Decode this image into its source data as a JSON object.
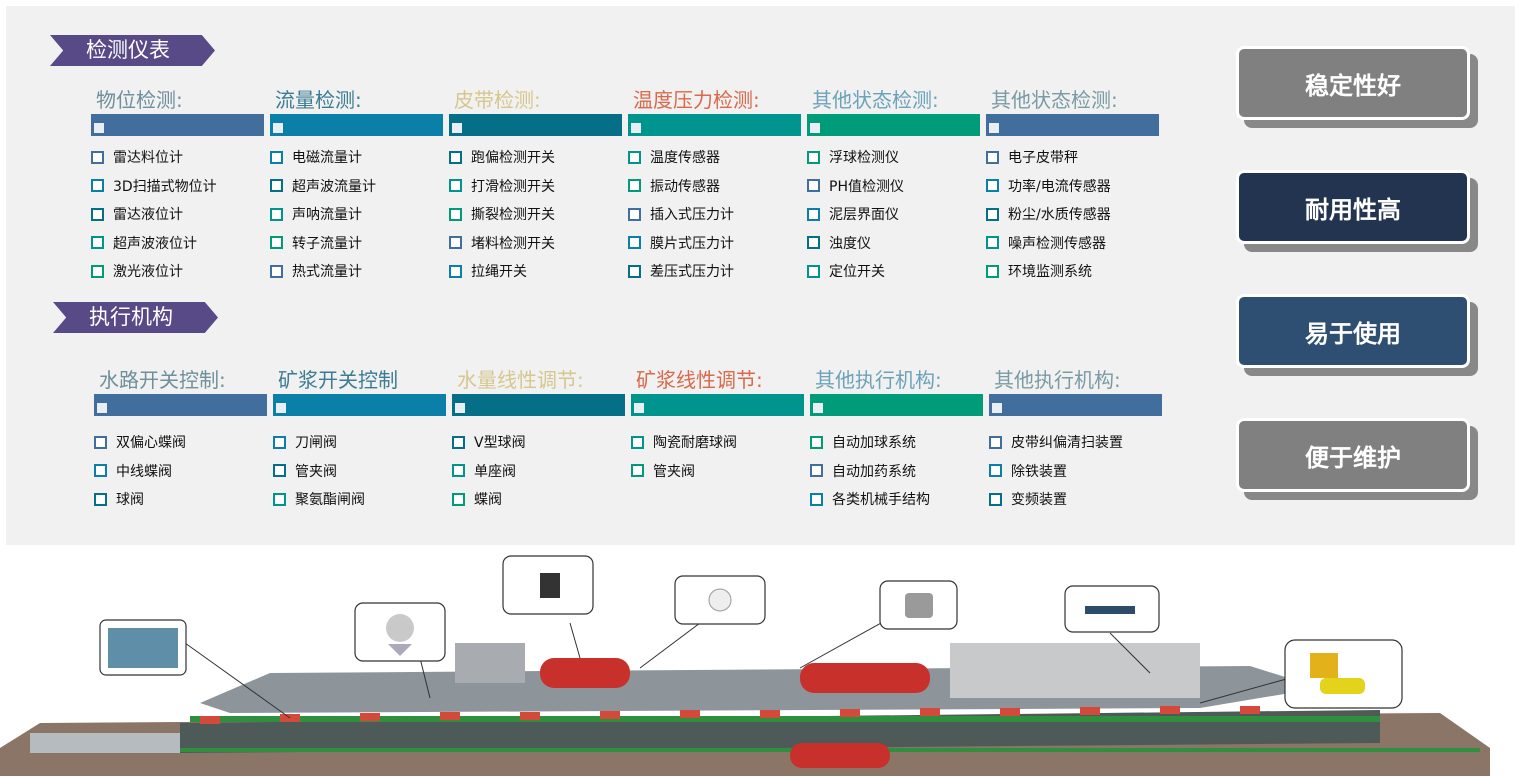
{
  "sections": [
    {
      "title": "检测仪表",
      "columns": [
        {
          "header": "物位检测:",
          "items": [
            "雷达料位计",
            "3D扫描式物位计",
            "雷达液位计",
            "超声波液位计",
            "激光液位计"
          ]
        },
        {
          "header": "流量检测:",
          "items": [
            "电磁流量计",
            "超声波流量计",
            "声呐流量计",
            "转子流量计",
            "热式流量计"
          ]
        },
        {
          "header": "皮带检测:",
          "items": [
            "跑偏检测开关",
            "打滑检测开关",
            "撕裂检测开关",
            "堵料检测开关",
            "拉绳开关"
          ]
        },
        {
          "header": "温度压力检测:",
          "items": [
            "温度传感器",
            "振动传感器",
            "插入式压力计",
            "膜片式压力计",
            "差压式压力计"
          ]
        },
        {
          "header": "其他状态检测:",
          "items": [
            "浮球检测仪",
            "PH值检测仪",
            "泥层界面仪",
            "浊度仪",
            "定位开关"
          ]
        },
        {
          "header": "其他状态检测:",
          "items": [
            "电子皮带秤",
            "功率/电流传感器",
            "粉尘/水质传感器",
            "噪声检测传感器",
            "环境监测系统"
          ]
        }
      ]
    },
    {
      "title": "执行机构",
      "columns": [
        {
          "header": "水路开关控制:",
          "items": [
            "双偏心蝶阀",
            "中线蝶阀",
            "球阀"
          ]
        },
        {
          "header": "矿浆开关控制",
          "items": [
            "刀闸阀",
            "管夹阀",
            "聚氨酯闸阀"
          ]
        },
        {
          "header": "水量线性调节:",
          "items": [
            "V型球阀",
            "单座阀",
            "蝶阀"
          ]
        },
        {
          "header": "矿浆线性调节:",
          "items": [
            "陶瓷耐磨球阀",
            "管夹阀"
          ]
        },
        {
          "header": "其他执行机构:",
          "items": [
            "自动加球系统",
            "自动加药系统",
            "各类机械手结构"
          ]
        },
        {
          "header": "其他执行机构:",
          "items": [
            "皮带纠偏清扫装置",
            "除铁装置",
            "变频装置"
          ]
        }
      ]
    }
  ],
  "features": [
    {
      "label": "稳定性好",
      "color": "#808080"
    },
    {
      "label": "耐用性高",
      "color": "#22344f"
    },
    {
      "label": "易于使用",
      "color": "#2f4f72"
    },
    {
      "label": "便于维护",
      "color": "#808080"
    }
  ],
  "colors": {
    "headers": [
      "#6e8f9c",
      "#3b7c93",
      "#d6c78e",
      "#d9694a",
      "#6aa3b8",
      "#7a9aa4"
    ],
    "bars": [
      "#426e9e",
      "#0a7fa8",
      "#046f86",
      "#00948f",
      "#009b78",
      "#426e9e"
    ],
    "checks": [
      "#426e9e",
      "#0a7fa8",
      "#046f86",
      "#00948f",
      "#009b78"
    ]
  }
}
